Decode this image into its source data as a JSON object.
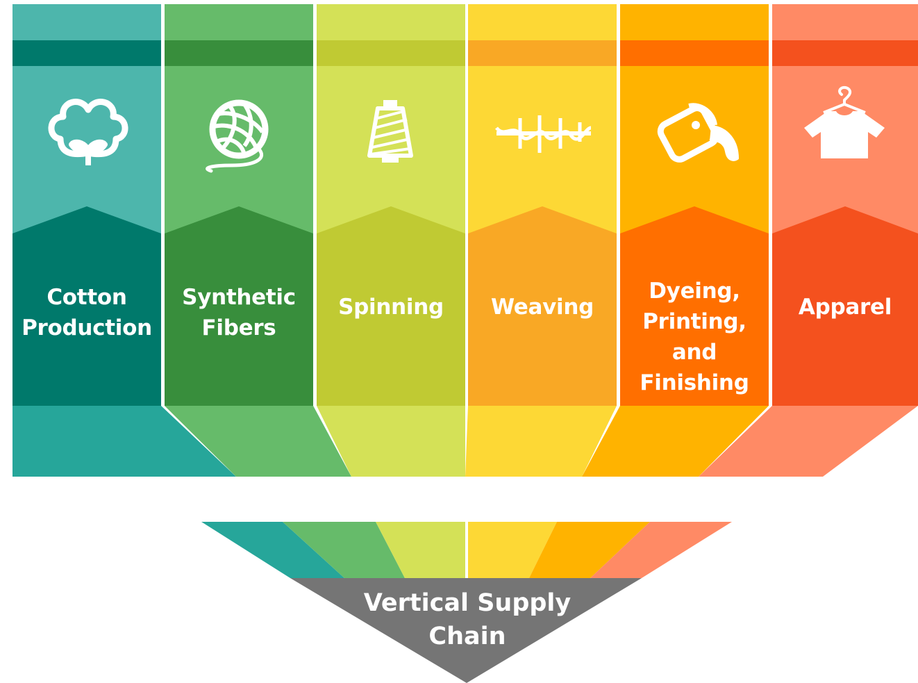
{
  "stages": [
    {
      "label": "Cotton\nProduction",
      "icon": "cotton-icon",
      "colors": {
        "light": "#4DB6AC",
        "band": "#00796B",
        "dark": "#00796B",
        "bottom": "#26A69A"
      }
    },
    {
      "label": "Synthetic\nFibers",
      "icon": "yarn-ball-icon",
      "colors": {
        "light": "#66BB6A",
        "band": "#388E3C",
        "dark": "#388E3C",
        "bottom": "#66BB6A"
      }
    },
    {
      "label": "Spinning",
      "icon": "thread-spool-icon",
      "colors": {
        "light": "#D4E157",
        "band": "#C0CA33",
        "dark": "#C0CA33",
        "bottom": "#D4E157"
      }
    },
    {
      "label": "Weaving",
      "icon": "weave-stitch-icon",
      "colors": {
        "light": "#FDD835",
        "band": "#F9A825",
        "dark": "#F9A825",
        "bottom": "#FDD835"
      }
    },
    {
      "label": "Dyeing,\nPrinting,\nand\nFinishing",
      "icon": "paint-bucket-icon",
      "colors": {
        "light": "#FFB300",
        "band": "#FF6F00",
        "dark": "#FF6F00",
        "bottom": "#FFB300"
      }
    },
    {
      "label": "Apparel",
      "icon": "shirt-hanger-icon",
      "colors": {
        "light": "#FF8A65",
        "band": "#F4511E",
        "dark": "#F4511E",
        "bottom": "#FF8A65"
      }
    }
  ],
  "funnel": {
    "label": "Vertical Supply\nChain",
    "color": "#757575"
  }
}
